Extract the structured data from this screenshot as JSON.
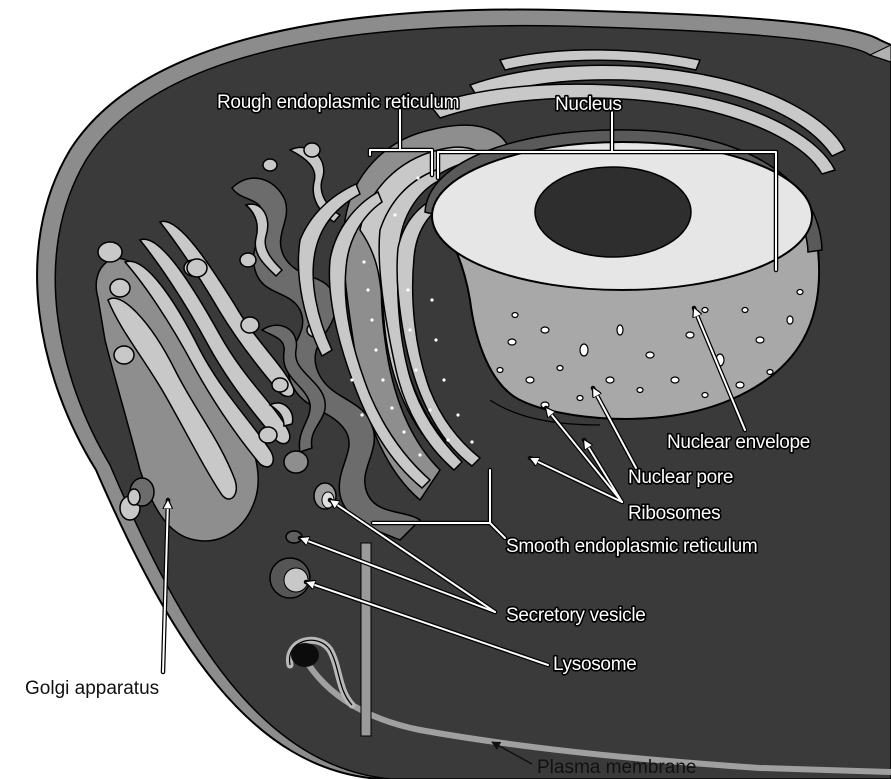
{
  "labels": {
    "rough_er": "Rough endoplasmic reticulum",
    "nucleus": "Nucleus",
    "nuclear_envelope": "Nuclear envelope",
    "nuclear_pore": "Nuclear pore",
    "ribosomes": "Ribosomes",
    "smooth_er": "Smooth endoplasmic reticulum",
    "secretory_vesicle": "Secretory vesicle",
    "lysosome": "Lysosome",
    "golgi": "Golgi apparatus",
    "plasma_membrane": "Plasma membrane"
  },
  "colors": {
    "cytoplasm": "#3a3a3a",
    "membrane": "#8c8c8c",
    "nucleoplasm": "#e6e6e6",
    "nucleolus": "#2e2e2e",
    "nucleus_cut": "#a8a8a8",
    "organelle_light": "#c8c8c8"
  }
}
